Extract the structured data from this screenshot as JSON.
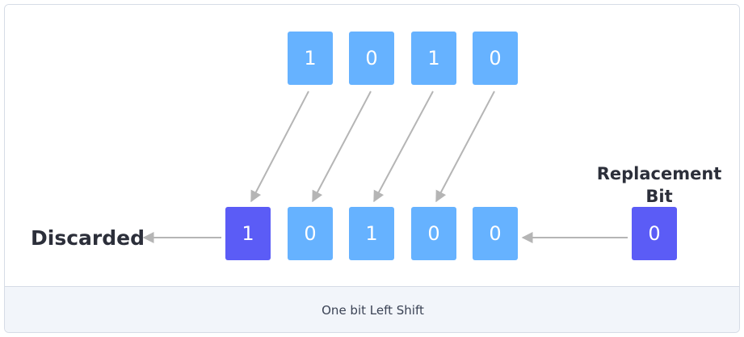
{
  "input_bits": [
    "1",
    "0",
    "1",
    "0"
  ],
  "output_bits": [
    "1",
    "0",
    "1",
    "0",
    "0"
  ],
  "replacement_bit": "0",
  "labels": {
    "discarded": "Discarded",
    "replacement_line1": "Replacement",
    "replacement_line2": "Bit"
  },
  "caption": "One bit Left Shift",
  "colors": {
    "bit_light": "#66b2ff",
    "bit_dark": "#5b5cf6",
    "arrow": "#b5b5b5",
    "caption_bg": "#f2f5fa"
  }
}
